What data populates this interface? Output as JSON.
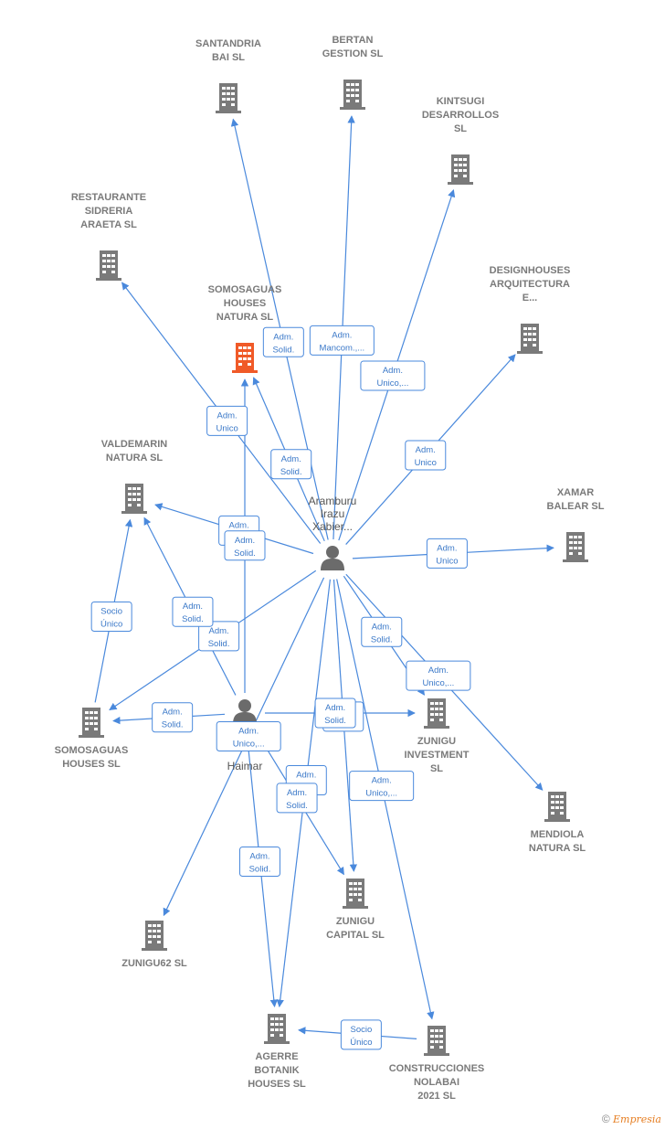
{
  "companies": [
    {
      "id": "santandria",
      "lines": [
        "SANTANDRIA",
        "BAI  SL"
      ],
      "focus": false
    },
    {
      "id": "bertan",
      "lines": [
        "BERTAN",
        "GESTION  SL"
      ],
      "focus": false
    },
    {
      "id": "kintsugi",
      "lines": [
        "KINTSUGI",
        "DESARROLLOS",
        "SL"
      ],
      "focus": false
    },
    {
      "id": "restaurante",
      "lines": [
        "RESTAURANTE",
        "SIDRERIA",
        "ARAETA SL"
      ],
      "focus": false
    },
    {
      "id": "somosaguas-natura",
      "lines": [
        "SOMOSAGUAS",
        "HOUSES",
        "NATURA  SL"
      ],
      "focus": true
    },
    {
      "id": "designhouses",
      "lines": [
        "DESIGNHOUSES",
        "ARQUITECTURA",
        "E..."
      ],
      "focus": false
    },
    {
      "id": "valdemarin",
      "lines": [
        "VALDEMARIN",
        "NATURA  SL"
      ],
      "focus": false
    },
    {
      "id": "xamar",
      "lines": [
        "XAMAR",
        "BALEAR  SL"
      ],
      "focus": false
    },
    {
      "id": "somosaguas-houses",
      "lines": [
        "SOMOSAGUAS",
        "HOUSES  SL"
      ],
      "focus": false
    },
    {
      "id": "zunigu-investment",
      "lines": [
        "ZUNIGU",
        "INVESTMENT",
        "SL"
      ],
      "focus": false
    },
    {
      "id": "mendiola",
      "lines": [
        "MENDIOLA",
        "NATURA  SL"
      ],
      "focus": false
    },
    {
      "id": "zunigu62",
      "lines": [
        "ZUNIGU62  SL"
      ],
      "focus": false
    },
    {
      "id": "zunigu-capital",
      "lines": [
        "ZUNIGU",
        "CAPITAL  SL"
      ],
      "focus": false
    },
    {
      "id": "agerre",
      "lines": [
        "AGERRE",
        "BOTANIK",
        "HOUSES  SL"
      ],
      "focus": false
    },
    {
      "id": "nolabai",
      "lines": [
        "CONSTRUCCIONES",
        "NOLABAI",
        "2021  SL"
      ],
      "focus": false
    }
  ],
  "persons": [
    {
      "id": "aramburu",
      "lines": [
        "Aramburu",
        "Irazu",
        "Xabier..."
      ]
    },
    {
      "id": "haimar",
      "lines": [
        "Haimar"
      ]
    }
  ],
  "edges": [
    {
      "from": "aramburu",
      "to": "santandria",
      "label": [
        "Adm.",
        "Solid."
      ]
    },
    {
      "from": "aramburu",
      "to": "bertan",
      "label": [
        "Adm.",
        "Mancom.,..."
      ]
    },
    {
      "from": "aramburu",
      "to": "kintsugi",
      "label": [
        "Adm.",
        "Unico,..."
      ]
    },
    {
      "from": "aramburu",
      "to": "restaurante",
      "label": [
        "Adm.",
        "Unico"
      ]
    },
    {
      "from": "aramburu",
      "to": "somosaguas-natura",
      "label": [
        "Adm.",
        "Solid."
      ]
    },
    {
      "from": "aramburu",
      "to": "designhouses",
      "label": [
        "Adm.",
        "Unico"
      ]
    },
    {
      "from": "aramburu",
      "to": "valdemarin",
      "label": [
        "Adm.",
        "Solid."
      ]
    },
    {
      "from": "aramburu",
      "to": "xamar",
      "label": [
        "Adm.",
        "Unico"
      ]
    },
    {
      "from": "aramburu",
      "to": "somosaguas-houses",
      "label": [
        "Adm.",
        "Solid."
      ]
    },
    {
      "from": "aramburu",
      "to": "zunigu-investment",
      "label": [
        "Adm.",
        "Solid."
      ]
    },
    {
      "from": "aramburu",
      "to": "mendiola",
      "label": [
        "Adm.",
        "Unico,..."
      ]
    },
    {
      "from": "aramburu",
      "to": "zunigu62",
      "label": [
        "Adm.",
        "Unico,..."
      ]
    },
    {
      "from": "aramburu",
      "to": "zunigu-capital",
      "label": [
        "Adm.",
        "Solid."
      ]
    },
    {
      "from": "aramburu",
      "to": "agerre",
      "label": [
        "Adm.",
        "Solid."
      ]
    },
    {
      "from": "aramburu",
      "to": "nolabai",
      "label": [
        "Adm.",
        "Unico,..."
      ]
    },
    {
      "from": "haimar",
      "to": "somosaguas-natura",
      "label": [
        "Adm.",
        "Solid."
      ]
    },
    {
      "from": "haimar",
      "to": "valdemarin",
      "label": [
        "Adm.",
        "Solid."
      ]
    },
    {
      "from": "haimar",
      "to": "somosaguas-houses",
      "label": [
        "Adm.",
        "Solid."
      ]
    },
    {
      "from": "haimar",
      "to": "zunigu-investment",
      "label": [
        "Adm.",
        "Solid."
      ]
    },
    {
      "from": "haimar",
      "to": "zunigu-capital",
      "label": [
        "Adm.",
        "Solid."
      ]
    },
    {
      "from": "haimar",
      "to": "agerre",
      "label": [
        "Adm.",
        "Solid."
      ]
    },
    {
      "from": "somosaguas-houses",
      "to": "valdemarin",
      "label": [
        "Socio",
        "Único"
      ]
    },
    {
      "from": "nolabai",
      "to": "agerre",
      "label": [
        "Socio",
        "Único"
      ]
    }
  ],
  "colors": {
    "edge": "#4a89dc",
    "building": "#7a7a7a",
    "focus_building": "#f05a28",
    "person": "#6b6b6b"
  },
  "footer": {
    "copyright_symbol": "©",
    "brand": "Empresia"
  }
}
